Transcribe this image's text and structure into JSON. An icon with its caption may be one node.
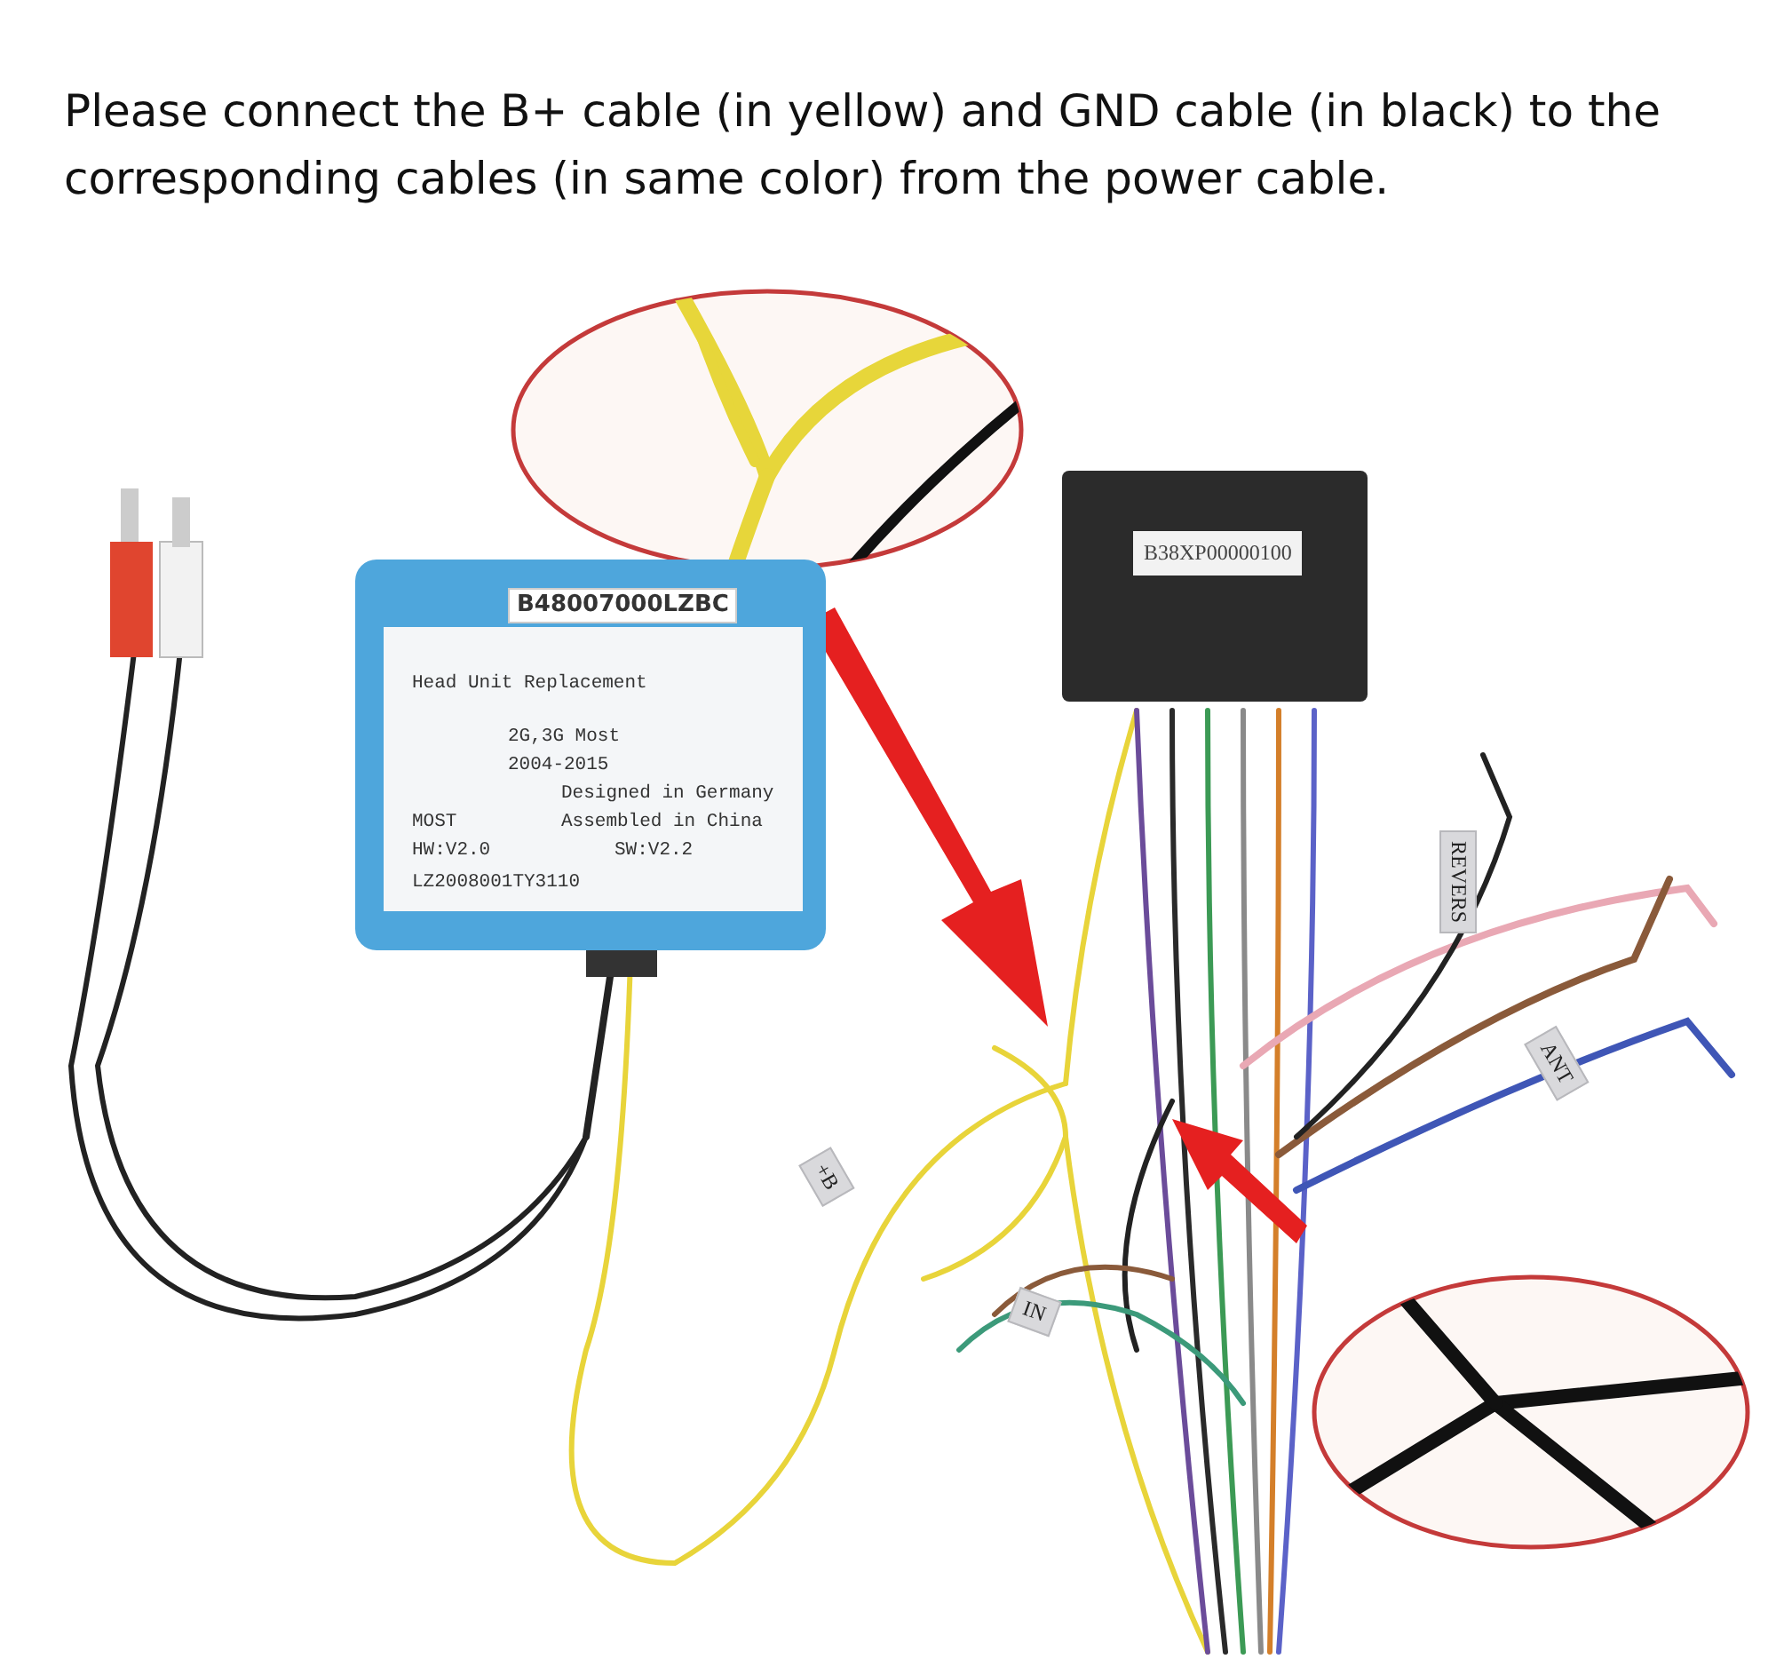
{
  "diagram": {
    "title": "Please connect the B+ cable (in yellow) and GND cable (in black) to the corresponding cables (in same color) from the power cable.",
    "nodes": [
      {
        "text": [
          "B48007000LZBC",
          "Head Unit Replacement",
          "2G,3G Most",
          "2004-2015",
          "Designed in Germany",
          "MOST",
          "Assembled in China",
          "HW:V2.0",
          "SW:V2.2",
          "LZ2008001TY3110"
        ]
      },
      {
        "text": [
          "B38XP00000100"
        ]
      }
    ],
    "labels": [
      "REVERS",
      "ANT",
      "+B",
      "IN"
    ]
  }
}
